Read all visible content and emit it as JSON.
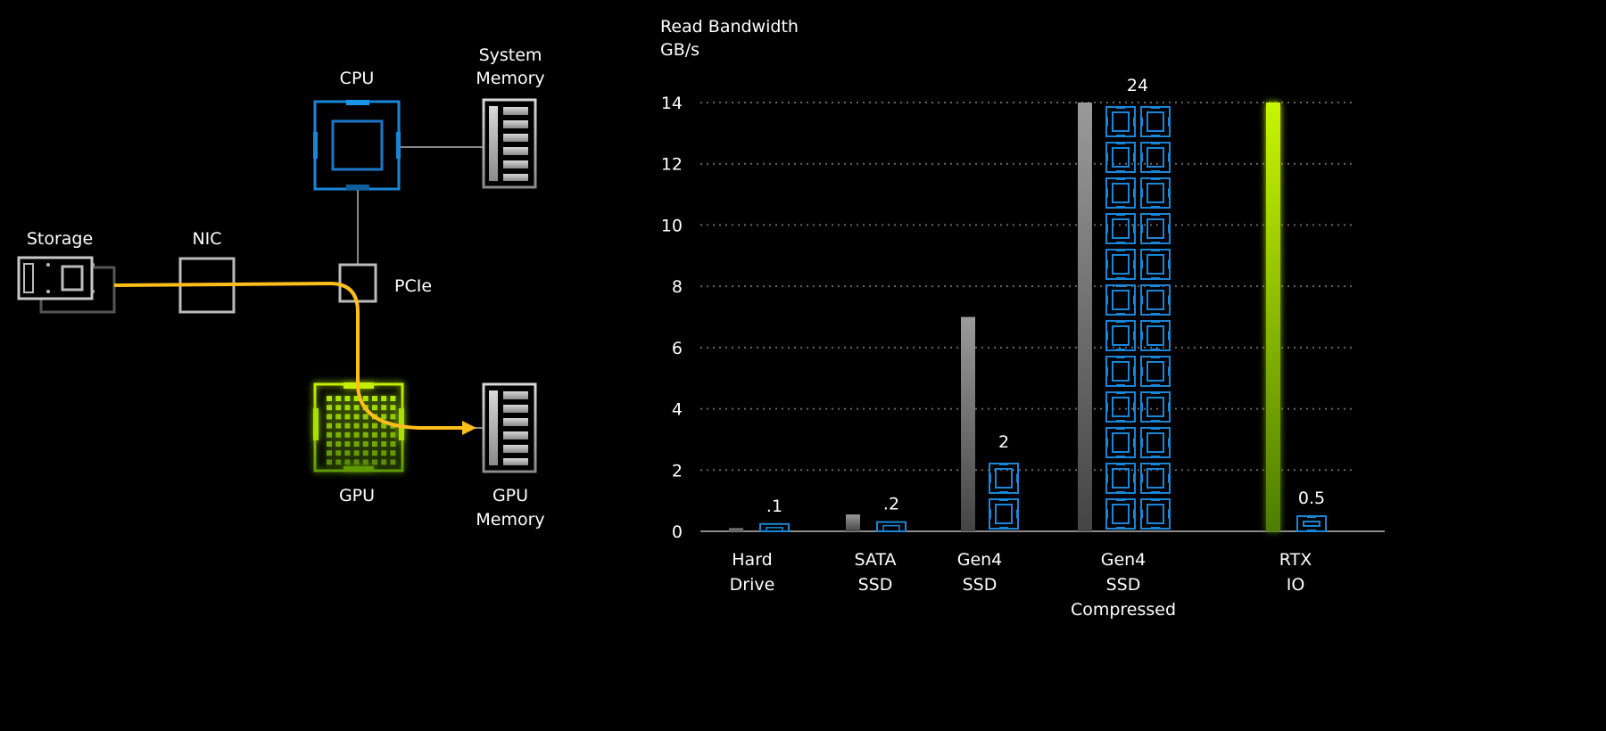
{
  "diagram": {
    "nodes": {
      "cpu": "CPU",
      "system_memory": [
        "System",
        "Memory"
      ],
      "storage": "Storage",
      "nic": "NIC",
      "pcie": "PCIe",
      "gpu": "GPU",
      "gpu_memory": [
        "GPU",
        "Memory"
      ]
    },
    "colors": {
      "cpu": "#1a86d8",
      "gpu": "#9ad600",
      "data_path": "#ffbe1a",
      "component": "#b0b0b0"
    }
  },
  "chart_data": {
    "type": "bar",
    "title": "",
    "ylabel": [
      "Read Bandwidth",
      "GB/s"
    ],
    "xlabel": "",
    "ylim": [
      0,
      14
    ],
    "yticks": [
      0,
      2,
      4,
      6,
      8,
      10,
      12,
      14
    ],
    "grid": true,
    "categories": [
      [
        "Hard",
        "Drive"
      ],
      [
        "SATA",
        "SSD"
      ],
      [
        "Gen4",
        "SSD"
      ],
      [
        "Gen4",
        "SSD",
        "Compressed"
      ],
      [
        "RTX",
        "IO"
      ]
    ],
    "series": [
      {
        "values": [
          0.1,
          0.55,
          7,
          14,
          14
        ],
        "colors": [
          "#8a8a8a",
          "#8a8a8a",
          "#8a8a8a",
          "#8a8a8a",
          "#a8e000"
        ]
      },
      {
        "values": [
          0.1,
          0.2,
          2,
          24,
          0.5
        ],
        "labels": [
          ".1",
          ".2",
          "2",
          "24",
          "0.5"
        ],
        "marker": "cpu-core-icon",
        "color": "#1a86d8"
      }
    ]
  }
}
